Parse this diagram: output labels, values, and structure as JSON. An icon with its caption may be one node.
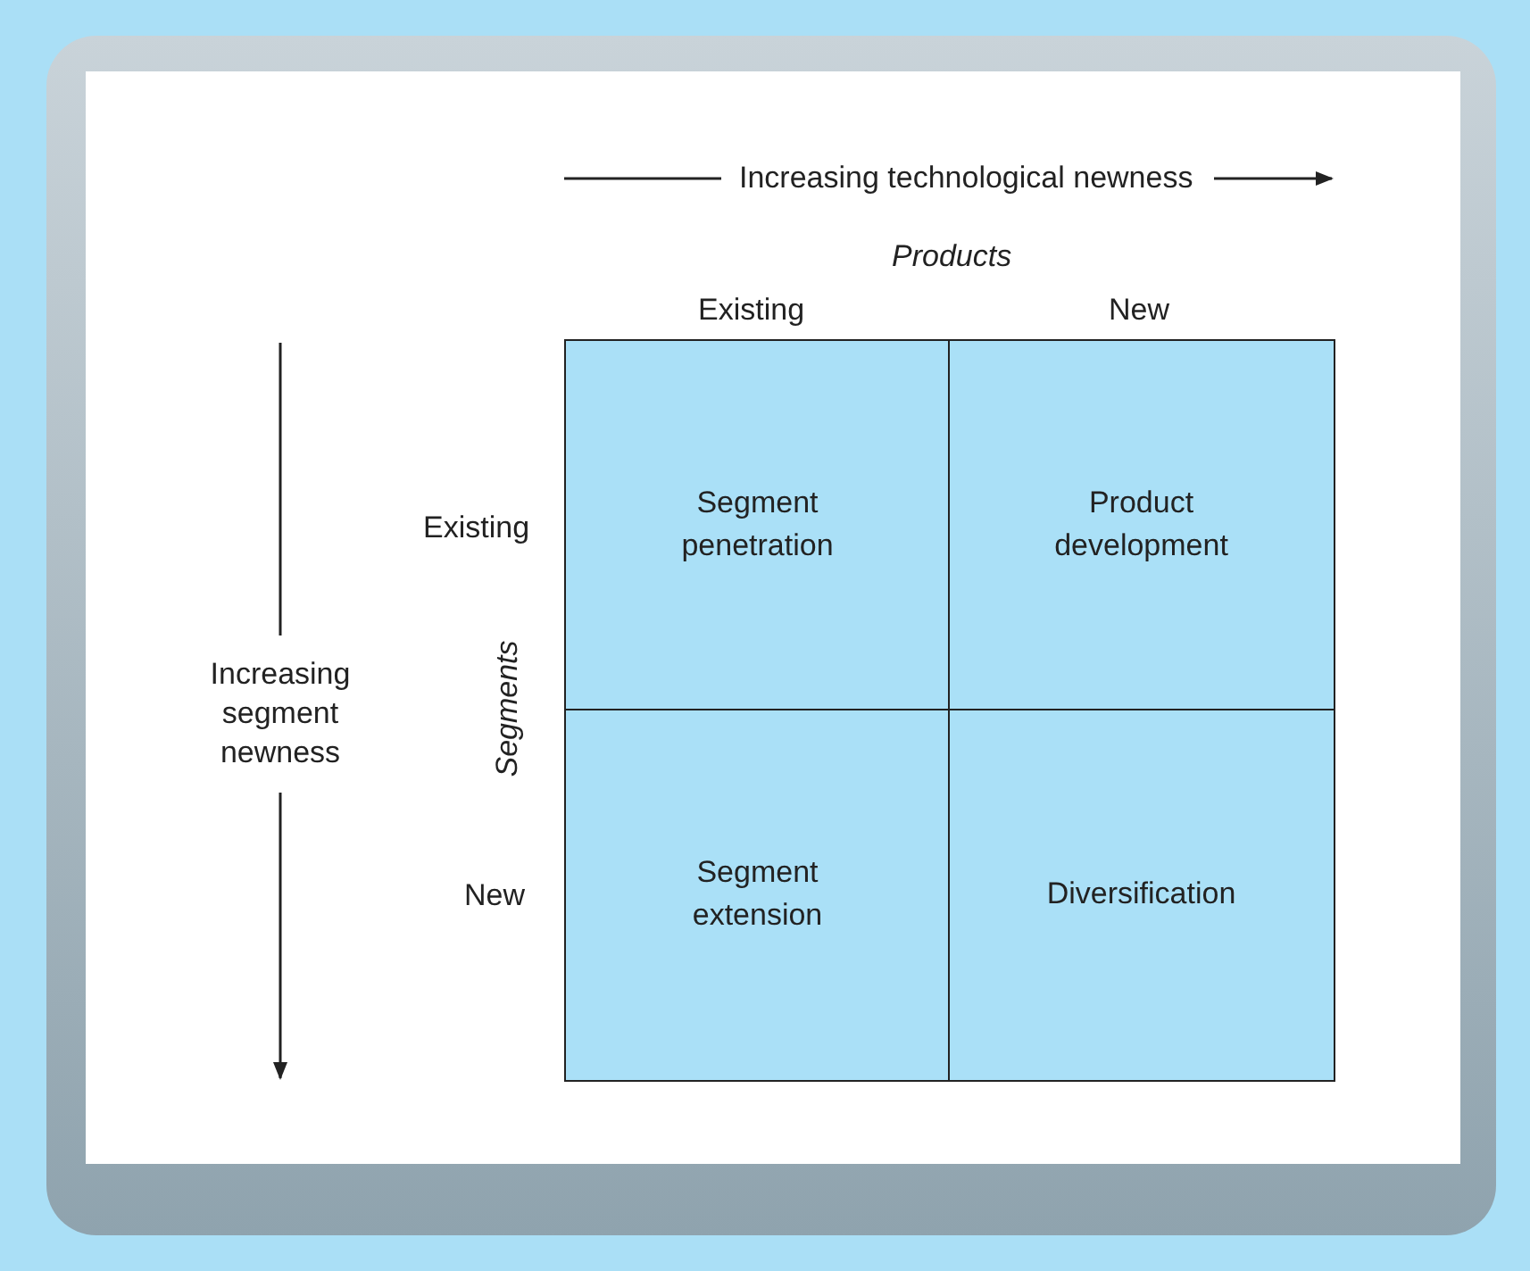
{
  "diagram": {
    "nodes": [
      {
        "text": [
          "Segment penetration"
        ]
      },
      {
        "text": [
          "Product development"
        ]
      },
      {
        "text": [
          "Segment extension"
        ]
      },
      {
        "text": [
          "Diversification"
        ]
      }
    ],
    "labels": [
      "Increasing technological newness",
      "Products",
      "Existing",
      "New",
      "Existing",
      "New",
      "Segments",
      "Increasing segment newness"
    ]
  }
}
